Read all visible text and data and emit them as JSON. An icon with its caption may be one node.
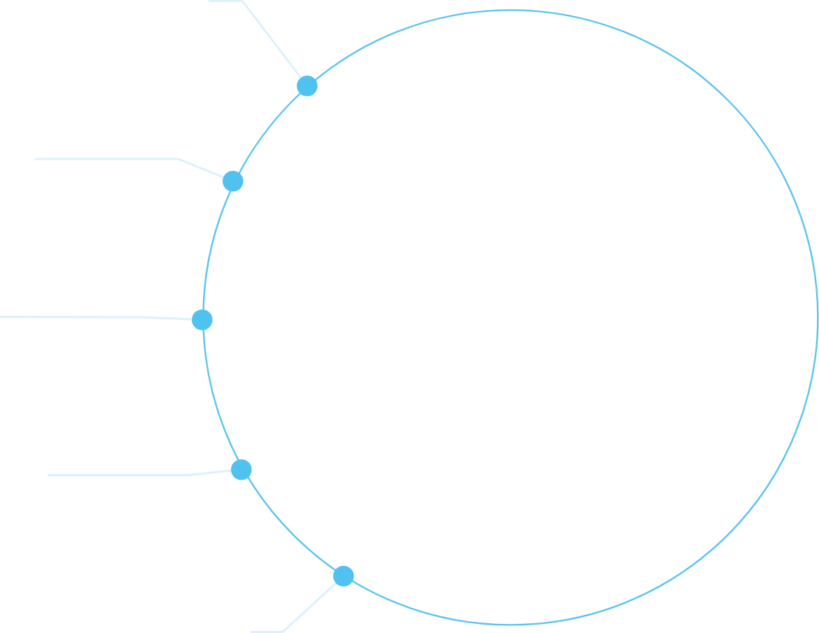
{
  "diagram": {
    "nodes": [
      {
        "text": [],
        "shape": "circle"
      },
      {
        "text": [],
        "shape": "circle"
      },
      {
        "text": [],
        "shape": "circle"
      },
      {
        "text": [],
        "shape": "circle"
      },
      {
        "text": [],
        "shape": "circle"
      },
      {
        "text": [],
        "shape": "circle"
      }
    ],
    "edges": [
      {
        "from": null,
        "to": 1,
        "arrow": "none"
      },
      {
        "from": null,
        "to": 2,
        "arrow": "none"
      },
      {
        "from": null,
        "to": 3,
        "arrow": "none"
      },
      {
        "from": null,
        "to": 4,
        "arrow": "none"
      },
      {
        "from": null,
        "to": 5,
        "arrow": "none"
      }
    ]
  }
}
